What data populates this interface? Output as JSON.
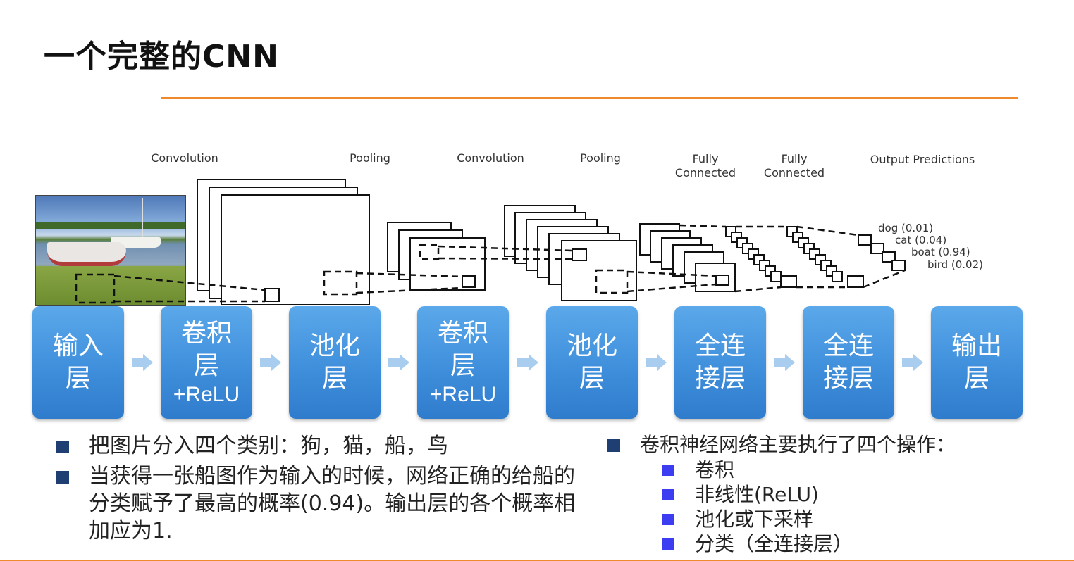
{
  "title": "一个完整的CNN",
  "diagram": {
    "stage_labels": [
      {
        "id": "conv1",
        "text": "Convolution"
      },
      {
        "id": "pool1",
        "text": "Pooling"
      },
      {
        "id": "conv2",
        "text": "Convolution"
      },
      {
        "id": "pool2",
        "text": "Pooling"
      },
      {
        "id": "fc1",
        "text": "Fully\nConnected"
      },
      {
        "id": "fc2",
        "text": "Fully\nConnected"
      },
      {
        "id": "out",
        "text": "Output Predictions"
      }
    ],
    "predictions": [
      {
        "label": "dog (0.01)",
        "value": 0.01
      },
      {
        "label": "cat (0.04)",
        "value": 0.04
      },
      {
        "label": "boat (0.94)",
        "value": 0.94
      },
      {
        "label": "bird (0.02)",
        "value": 0.02
      }
    ]
  },
  "steps": [
    {
      "label": "输入层",
      "sub": ""
    },
    {
      "label": "卷积层",
      "sub": "+ReLU"
    },
    {
      "label": "池化层",
      "sub": ""
    },
    {
      "label": "卷积层",
      "sub": "+ReLU"
    },
    {
      "label": "池化层",
      "sub": ""
    },
    {
      "label": "全连接层",
      "sub": ""
    },
    {
      "label": "全连接层",
      "sub": ""
    },
    {
      "label": "输出层",
      "sub": ""
    }
  ],
  "left_bullets": [
    "把图片分入四个类别：狗，猫，船，鸟",
    "当获得一张船图作为输入的时候，网络正确的给船的分类赋予了最高的概率(0.94)。输出层的各个概率相加应为1."
  ],
  "right_bullet": "卷积神经网络主要执行了四个操作：",
  "operations": [
    "卷积",
    "非线性(ReLU)",
    "池化或下采样",
    "分类（全连接层）"
  ],
  "colors": {
    "accent_rule": "#ef8a2c",
    "step_box": "#3f8fdc",
    "bullet_square": "#1f3f73",
    "sub_bullet_square": "#3c3cf0",
    "arrow": "#a9cdef"
  }
}
